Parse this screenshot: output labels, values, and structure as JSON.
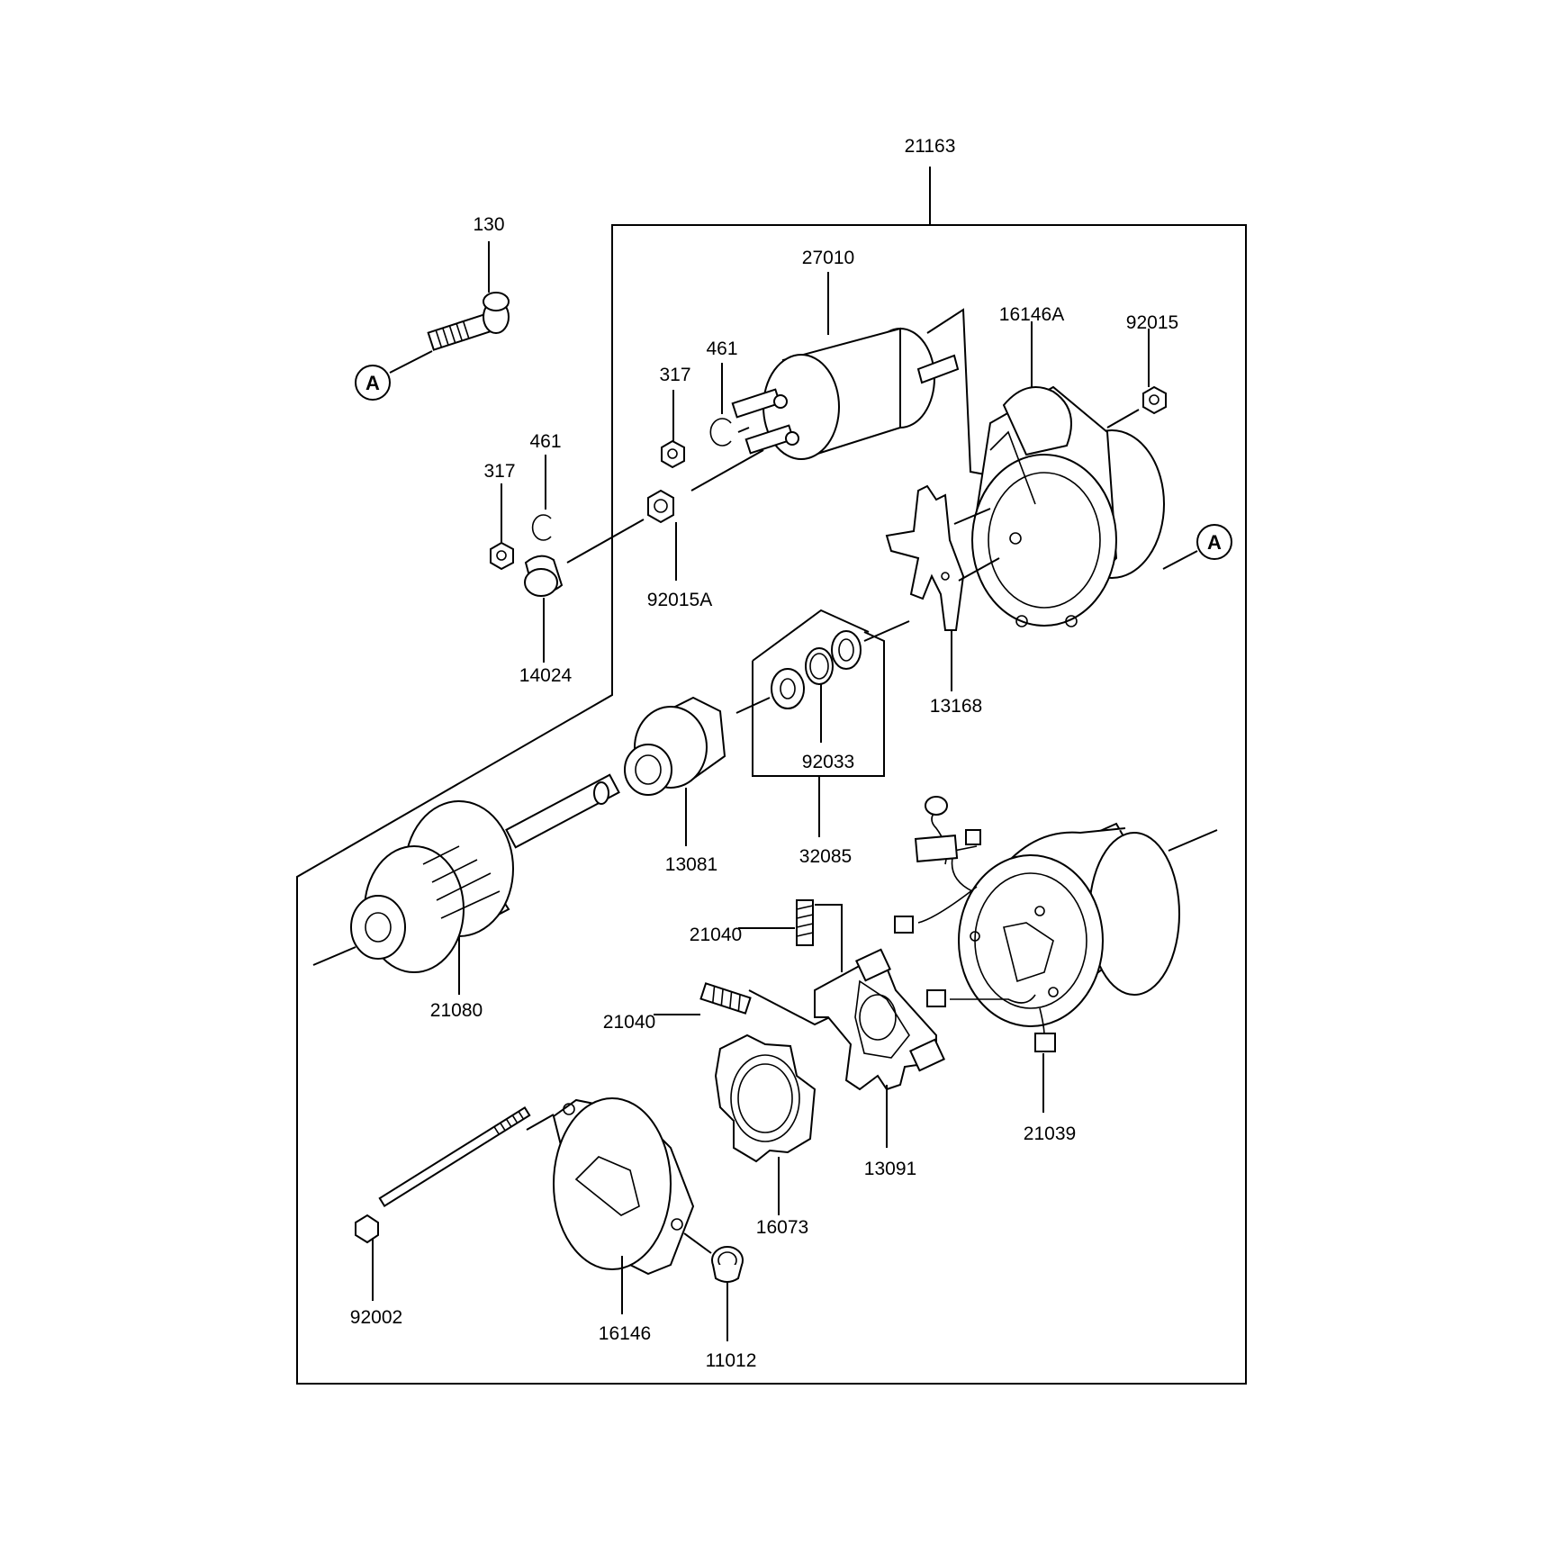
{
  "diagram": {
    "callouts": [
      {
        "id": "c-21163",
        "text": "21163"
      },
      {
        "id": "c-130",
        "text": "130"
      },
      {
        "id": "c-27010",
        "text": "27010"
      },
      {
        "id": "c-16146A",
        "text": "16146A"
      },
      {
        "id": "c-92015",
        "text": "92015"
      },
      {
        "id": "c-461-top",
        "text": "461"
      },
      {
        "id": "c-317-top",
        "text": "317"
      },
      {
        "id": "c-461",
        "text": "461"
      },
      {
        "id": "c-317",
        "text": "317"
      },
      {
        "id": "c-92015A",
        "text": "92015A"
      },
      {
        "id": "c-14024",
        "text": "14024"
      },
      {
        "id": "c-13168",
        "text": "13168"
      },
      {
        "id": "c-92033",
        "text": "92033"
      },
      {
        "id": "c-32085",
        "text": "32085"
      },
      {
        "id": "c-13081",
        "text": "13081"
      },
      {
        "id": "c-21080",
        "text": "21080"
      },
      {
        "id": "c-21040-top",
        "text": "21040"
      },
      {
        "id": "c-21040",
        "text": "21040"
      },
      {
        "id": "c-13091",
        "text": "13091"
      },
      {
        "id": "c-21039",
        "text": "21039"
      },
      {
        "id": "c-16073",
        "text": "16073"
      },
      {
        "id": "c-92002",
        "text": "92002"
      },
      {
        "id": "c-16146",
        "text": "16146"
      },
      {
        "id": "c-11012",
        "text": "11012"
      }
    ],
    "connector_markers": [
      {
        "id": "marker-a-left",
        "text": "A"
      },
      {
        "id": "marker-a-right",
        "text": "A"
      }
    ]
  }
}
